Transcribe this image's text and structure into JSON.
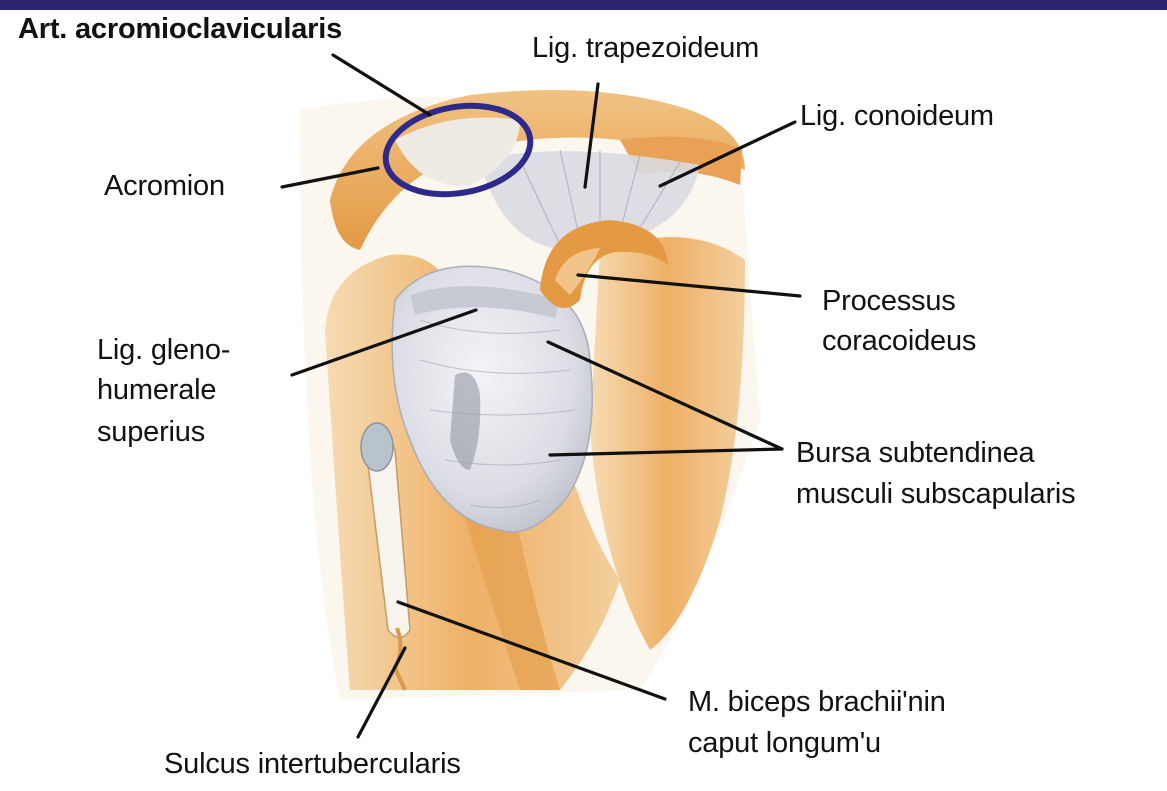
{
  "colors": {
    "top_bar": "#2b2470",
    "highlight_ring": "#2d2a8c",
    "bone": "#e9a95a",
    "ligament": "#d8dae2",
    "leader_line": "#111111"
  },
  "labels": {
    "art_acromioclavicularis": "Art. acromioclavicularis",
    "lig_trapezoideum": "Lig. trapezoideum",
    "lig_conoideum": "Lig. conoideum",
    "acromion": "Acromion",
    "processus_line1": "Processus",
    "processus_line2": "coracoideus",
    "gleno_line1": "Lig. gleno-",
    "gleno_line2": "humerale",
    "gleno_line3": "superius",
    "bursa_line1": "Bursa subtendinea",
    "bursa_line2": "musculi subscapularis",
    "biceps_line1": "M. biceps brachii'nin",
    "biceps_line2": "caput longum'u",
    "sulcus": "Sulcus intertubercularis"
  },
  "highlight": {
    "target": "Art. acromioclavicularis",
    "shape": "ellipse"
  }
}
